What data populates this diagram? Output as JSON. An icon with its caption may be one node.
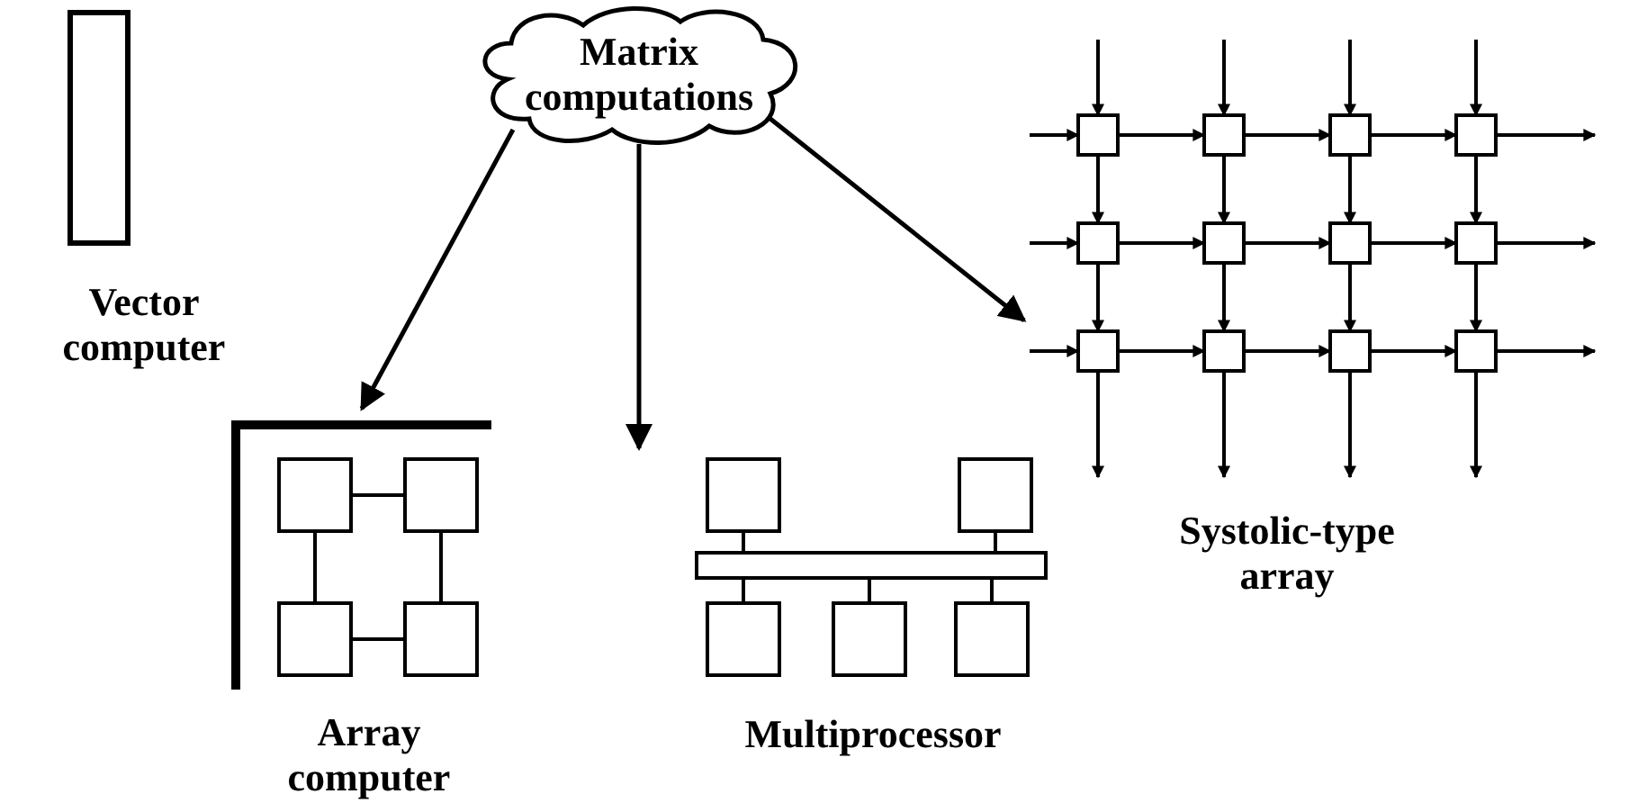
{
  "diagram": {
    "nodes": [
      {
        "text": [
          "Matrix computations"
        ]
      },
      {
        "text": [
          "Vector computer"
        ]
      },
      {
        "text": [
          "Array computer"
        ]
      },
      {
        "text": [
          "Multiprocessor"
        ]
      },
      {
        "text": [
          "Systolic-type array"
        ]
      }
    ],
    "edges": [
      {
        "from": 0,
        "to": 2,
        "arrow": "to"
      },
      {
        "from": 0,
        "to": 3,
        "arrow": "to"
      },
      {
        "from": 0,
        "to": 4,
        "arrow": "to"
      }
    ]
  }
}
